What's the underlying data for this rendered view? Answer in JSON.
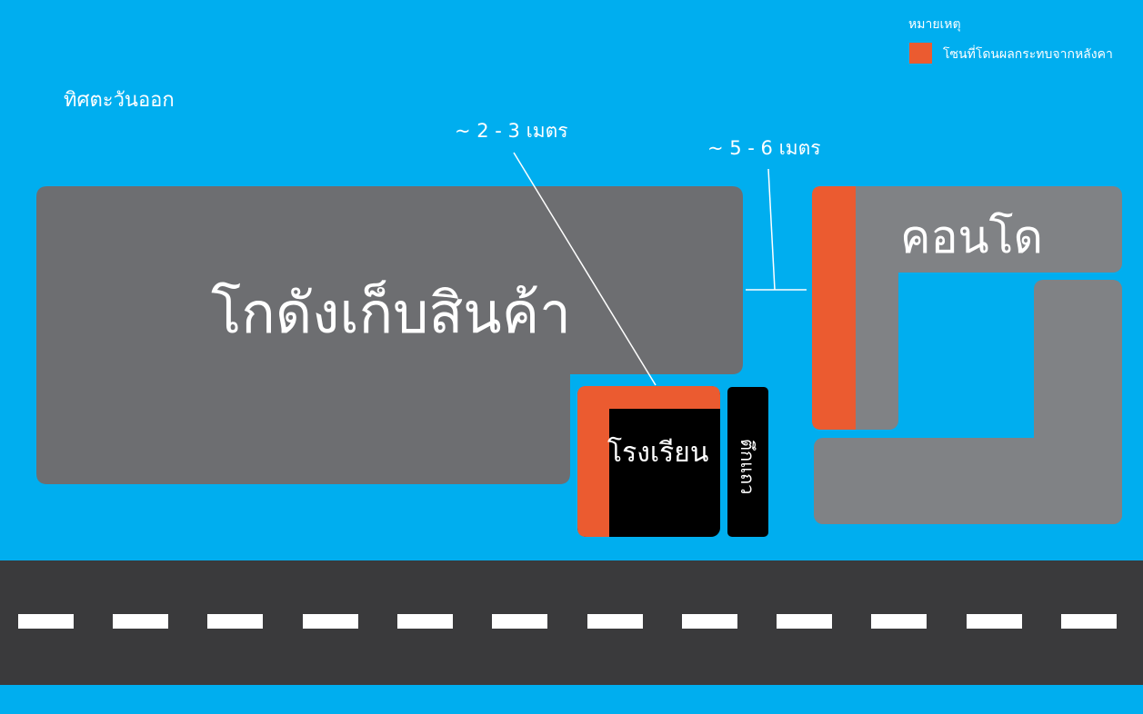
{
  "legend": {
    "title": "หมายเหตุ",
    "items": [
      {
        "label": "โซนที่โดนผลกระทบจากหลังคา",
        "color": "#eb5b30"
      }
    ]
  },
  "direction_label": "ทิศตะวันออก",
  "distances": {
    "warehouse_to_school": "~ 2 - 3 เมตร",
    "warehouse_to_condo": "~ 5 - 6 เมตร"
  },
  "buildings": {
    "warehouse": "โกดังเก็บสินค้า",
    "school": "โรงเรียน",
    "shophouse": "ตึกแถว",
    "condo": "คอนโด"
  },
  "colors": {
    "background": "#00aeef",
    "warehouse": "#6d6e71",
    "condo": "#808285",
    "school": "#000000",
    "affected_zone": "#eb5b30",
    "road": "#3a3a3c",
    "road_marking": "#ffffff"
  }
}
